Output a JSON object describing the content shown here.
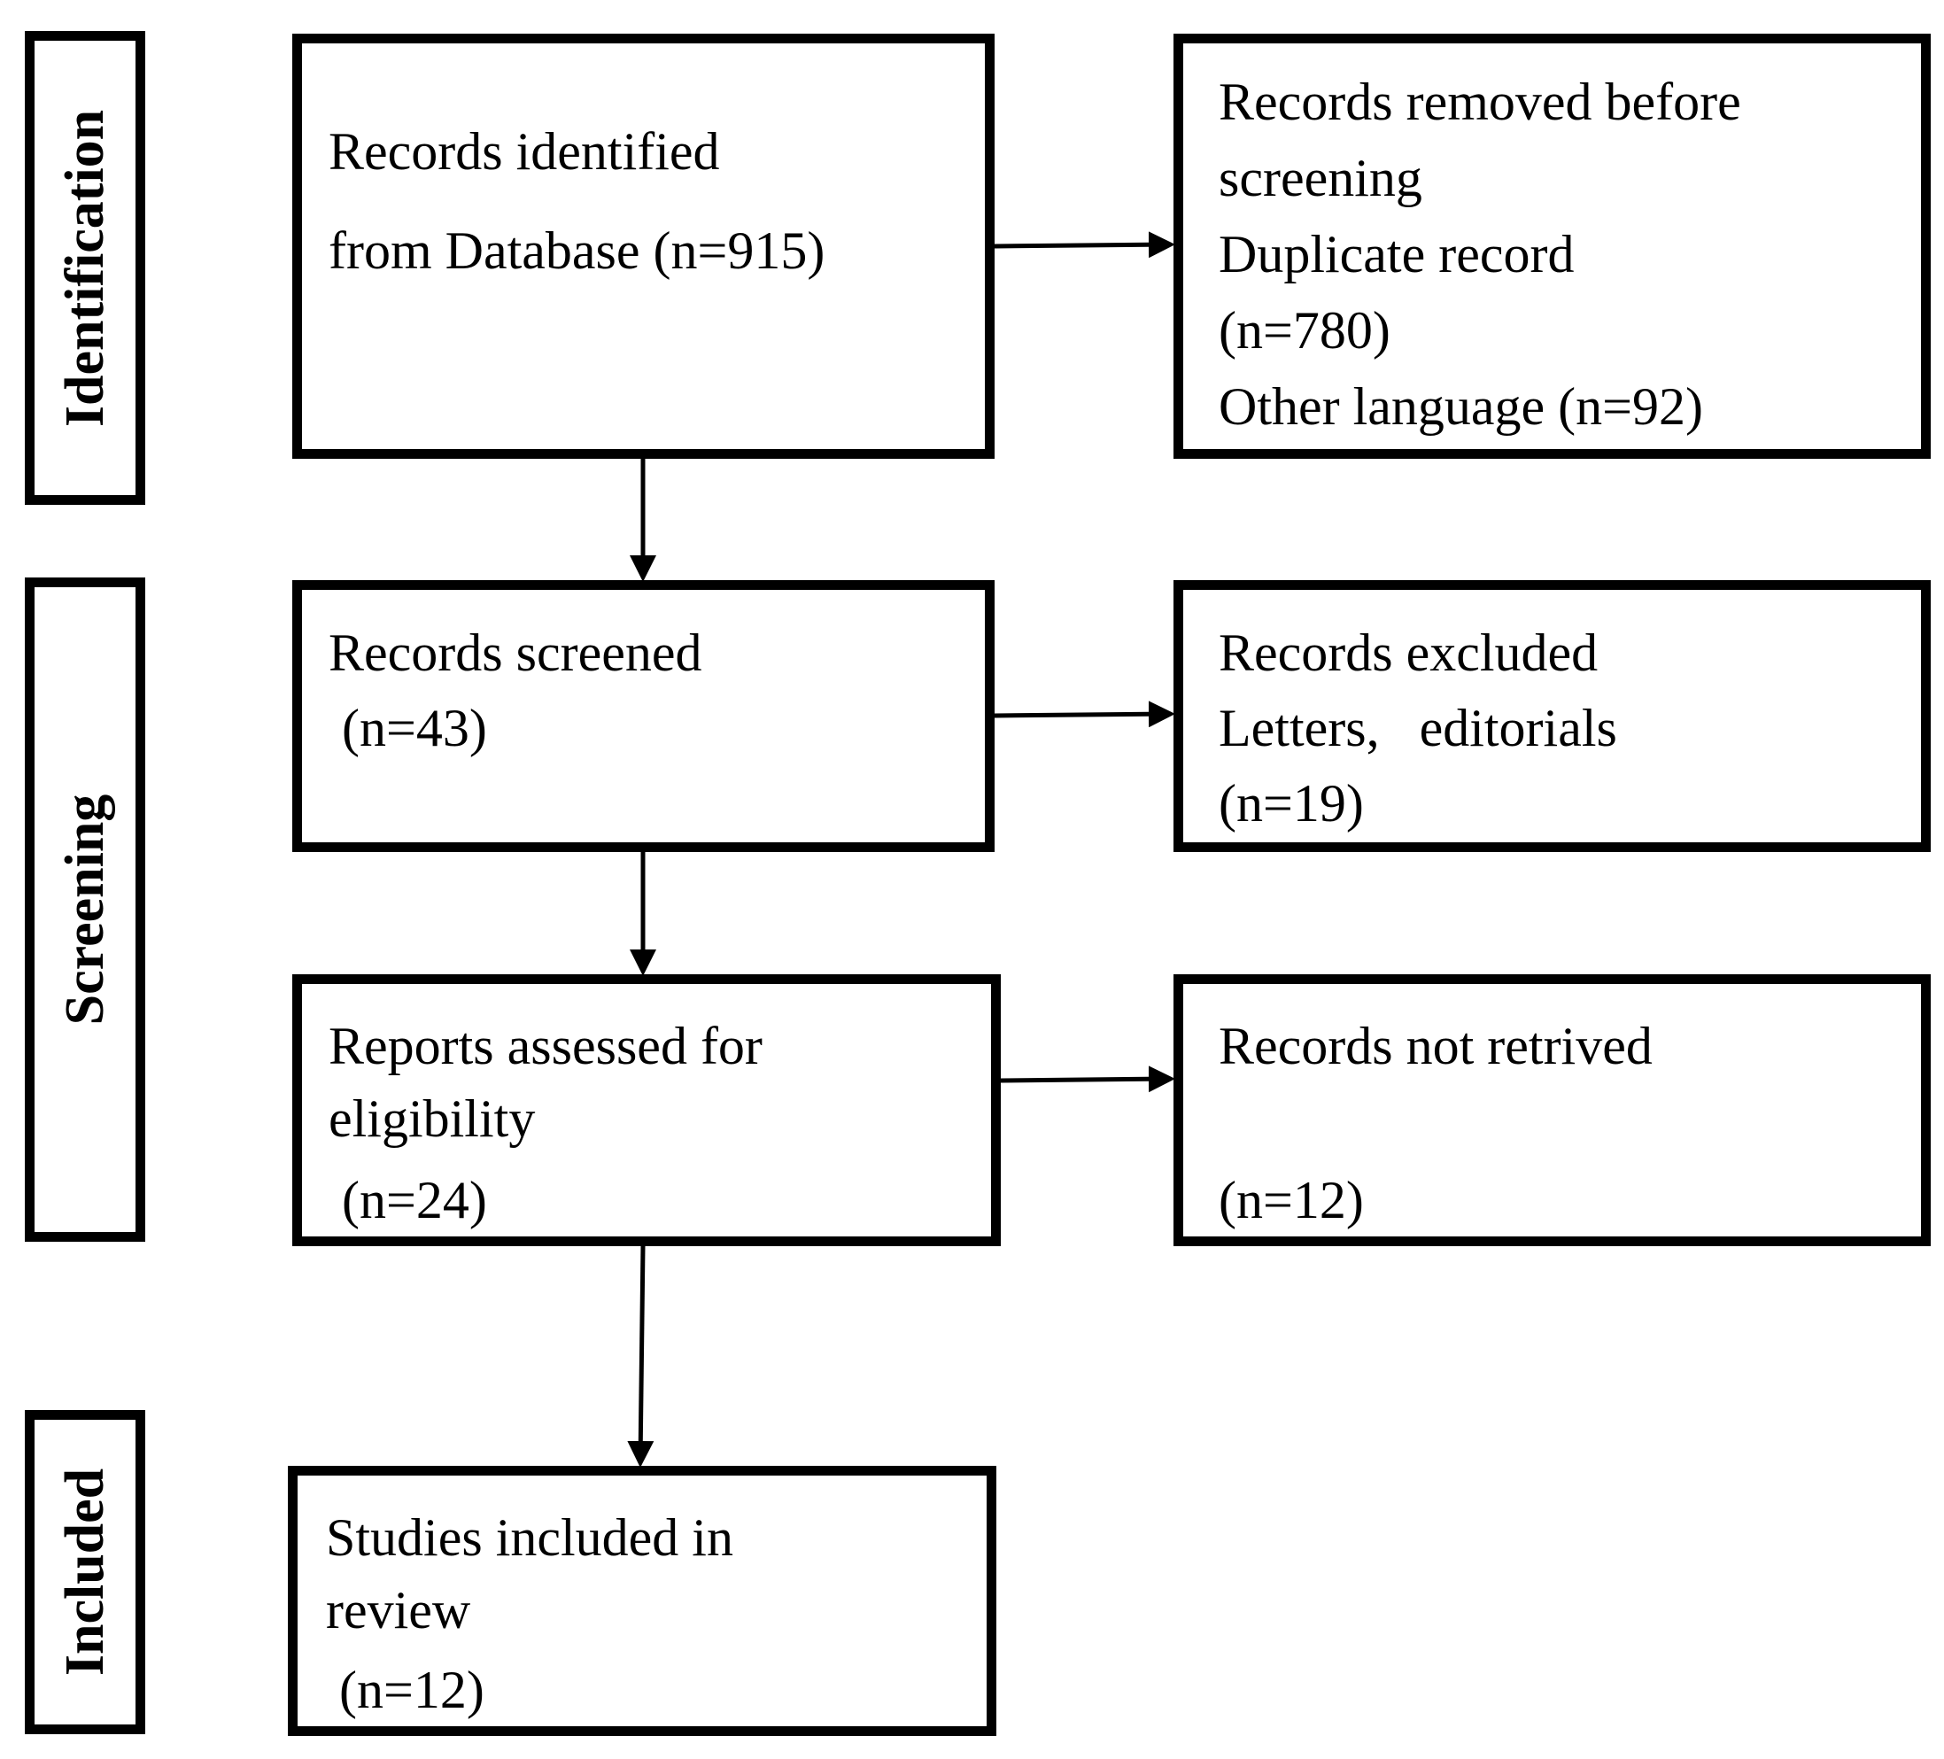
{
  "stages": {
    "identification": "Identification",
    "screening": "Screening",
    "included": "Included"
  },
  "boxes": {
    "identified": {
      "line1": "Records identified",
      "line2": "from Database (n=915)"
    },
    "removed": {
      "line1": "Records removed before",
      "line2": "screening",
      "line3": "Duplicate record",
      "line4": "(n=780)",
      "line5": "Other language (n=92)"
    },
    "screened": {
      "line1": "Records screened",
      "line2": " (n=43)"
    },
    "excluded": {
      "line1": "Records excluded",
      "line2": "Letters,   editorials",
      "line3": "(n=19)"
    },
    "assessed": {
      "line1": "Reports assessed for",
      "line2": "eligibility",
      "line3": " (n=24)"
    },
    "not_retrieved": {
      "line1": "Records not retrived",
      "line2": "(n=12)"
    },
    "included": {
      "line1": "Studies included in",
      "line2": "review",
      "line3": " (n=12)"
    }
  }
}
